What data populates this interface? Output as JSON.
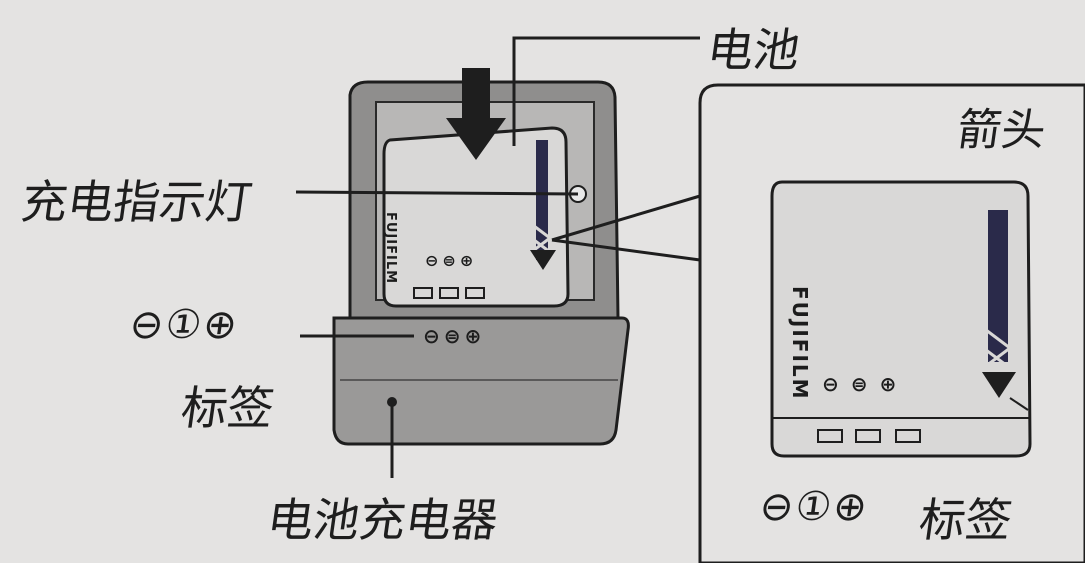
{
  "labels": {
    "battery": "电池",
    "charge_indicator": "充电指示灯",
    "terminal_symbols": "⊖①⊕",
    "terminal_label": "标签",
    "charger": "电池充电器",
    "arrow": "箭头",
    "inset_terminal_symbols": "⊖①⊕",
    "inset_terminal_label": "标签"
  },
  "battery_brand": "FUJIFILM",
  "battery_terminals": "⊖⊜⊕",
  "base_terminals": "⊖⊜⊕",
  "inset_terminals": "⊖⊜⊕"
}
